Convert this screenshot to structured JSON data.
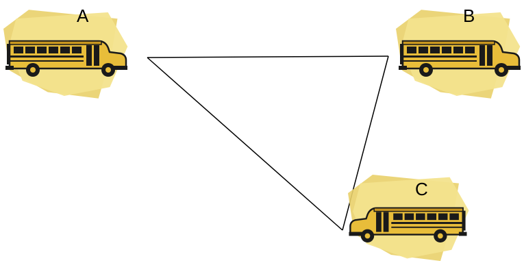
{
  "diagram": {
    "vertices": [
      {
        "id": "A",
        "label": "A",
        "icon": "school-bus-icon",
        "facing": "right"
      },
      {
        "id": "B",
        "label": "B",
        "icon": "school-bus-icon",
        "facing": "right"
      },
      {
        "id": "C",
        "label": "C",
        "icon": "school-bus-icon",
        "facing": "left"
      }
    ],
    "edges": [
      {
        "from": "A",
        "to": "B"
      },
      {
        "from": "B",
        "to": "C"
      },
      {
        "from": "C",
        "to": "A"
      }
    ]
  },
  "colors": {
    "bus_body": "#e8bd3a",
    "bus_body_shade": "#c9971f",
    "bus_outline": "#1a1a1a",
    "sticky_note": "#f3e38d",
    "sticky_note_shade": "#e9d06a",
    "line": "#000000"
  }
}
